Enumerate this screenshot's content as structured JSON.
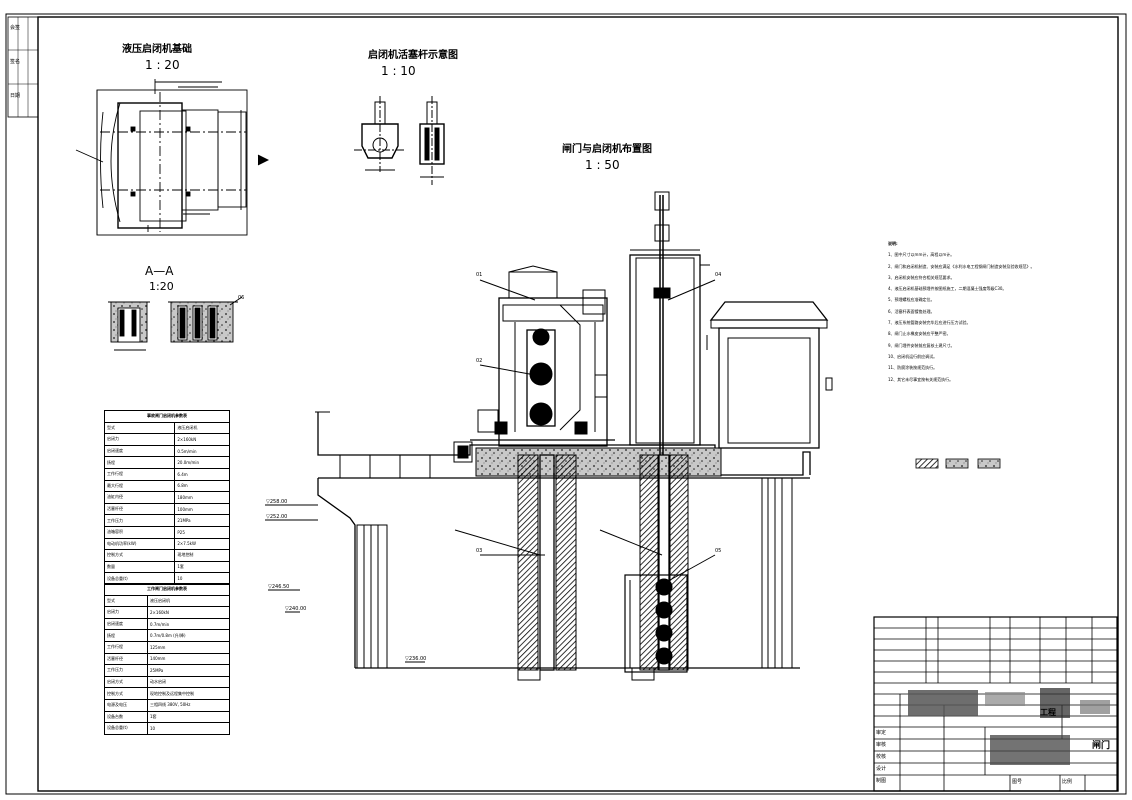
{
  "drawing": {
    "hoist_foundation": {
      "title": "液压启闭机基础",
      "scale": "1 : 20"
    },
    "rod_detail": {
      "title": "启闭机活塞杆示意图",
      "scale": "1 : 10"
    },
    "gate_layout": {
      "title": "闸门与启闭机布置图",
      "scale": "1 : 50"
    },
    "section_aa": {
      "title": "A—A",
      "scale": "1:20"
    }
  },
  "spec_tables": [
    {
      "header": "事故闸门启闭机参数表",
      "rows": [
        {
          "k": "型式",
          "v": "液压启闭机"
        },
        {
          "k": "启闭力",
          "v": "2×160kN"
        },
        {
          "k": "启闭速度",
          "v": "0.5m/min"
        },
        {
          "k": "扬程",
          "v": "20.0m/min"
        },
        {
          "k": "工作行程",
          "v": "6.4m"
        },
        {
          "k": "最大行程",
          "v": "6.8m"
        },
        {
          "k": "油缸内径",
          "v": "180mm"
        },
        {
          "k": "活塞杆径",
          "v": "100mm"
        },
        {
          "k": "工作压力",
          "v": "21MPa"
        },
        {
          "k": "油箱容积",
          "v": "P25"
        },
        {
          "k": "电动机功率(kW)",
          "v": "2×7.5kW"
        },
        {
          "k": "控制方式",
          "v": "现地控制"
        },
        {
          "k": "数量",
          "v": "1套"
        },
        {
          "k": "设备总重(t)",
          "v": "10"
        }
      ]
    },
    {
      "header": "工作闸门启闭机参数表",
      "rows": [
        {
          "k": "型式",
          "v": "液压启闭机"
        },
        {
          "k": "启闭力",
          "v": "2×160kN"
        },
        {
          "k": "启闭速度",
          "v": "0.7m/min"
        },
        {
          "k": "扬程",
          "v": "0.7m/0.8m (升/降)"
        },
        {
          "k": "工作行程",
          "v": "125mm"
        },
        {
          "k": "活塞杆径",
          "v": "140mm"
        },
        {
          "k": "工作压力",
          "v": "25MPa"
        },
        {
          "k": "启闭方式",
          "v": "动水启闭"
        },
        {
          "k": "控制方式",
          "v": "现地控制及远程集中控制"
        },
        {
          "k": "电源及电压",
          "v": "三相四线 380V, 50Hz"
        },
        {
          "k": "设备台数",
          "v": "1套"
        },
        {
          "k": "设备总重(t)",
          "v": "10"
        }
      ]
    }
  ],
  "callouts": [
    "01",
    "02",
    "03",
    "04",
    "05",
    "06"
  ],
  "elevations": [
    "▽258.00",
    "▽252.00",
    "▽246.50",
    "▽240.00",
    "▽236.00"
  ],
  "notes": {
    "heading": "说明:",
    "lines": [
      "1、图中尺寸以mm计，高程以m计。",
      "2、闸门和启闭机制造、安装应满足《水利水电工程钢闸门制造安装及验收规范》。",
      "3、启闭机安装应符合相关规范要求。",
      "4、液压启闭机基础预埋件按图纸施工，二期混凝土强度等级C30。",
      "5、预埋螺栓应准确定位。",
      "6、活塞杆表面镀铬处理。",
      "7、液压系统管路安装完毕后应进行压力试验。",
      "8、闸门止水橡皮安装应平整严密。",
      "9、闸门埋件安装前应复核土建尺寸。",
      "10、启闭机运行前应调试。",
      "11、防腐涂装按规范执行。",
      "12、其它未尽事宜按有关规范执行。"
    ]
  },
  "title_block": {
    "project": "工程",
    "drawing_name": "闸门",
    "rows": [
      "审定",
      "审核",
      "校核",
      "设计",
      "制图"
    ],
    "drawing_no_label": "图号",
    "scale_label": "比例"
  },
  "left_strip": [
    "会签",
    "签名",
    "日期"
  ]
}
